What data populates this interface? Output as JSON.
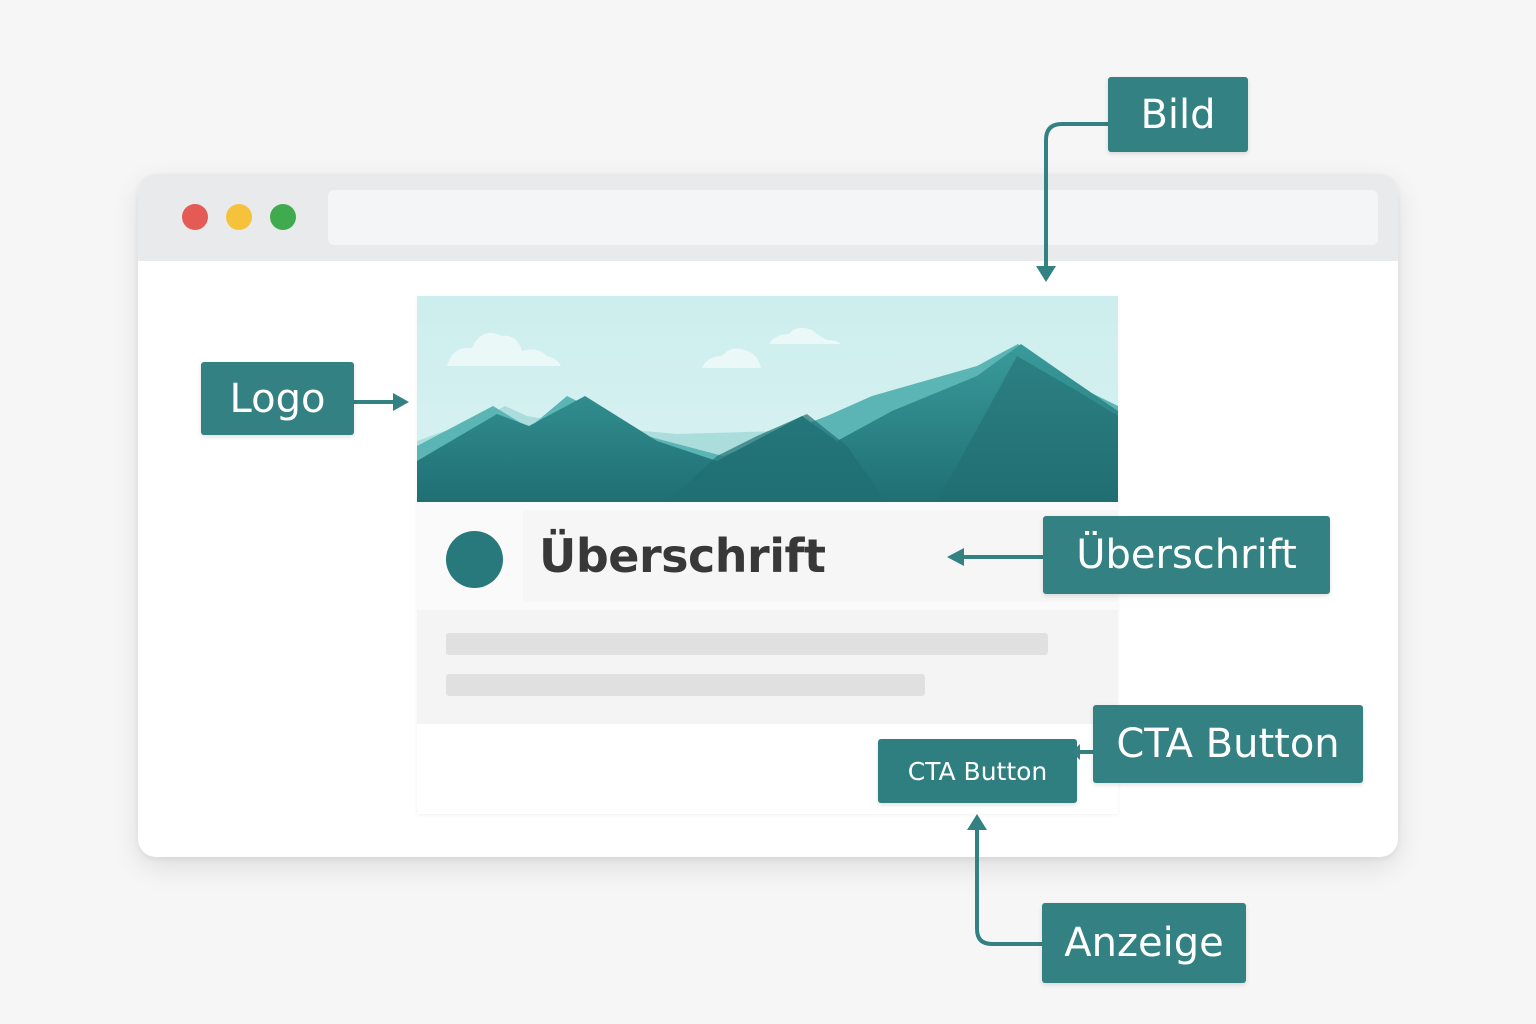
{
  "diagram": {
    "type": "annotated-webpage-wireframe",
    "colors": {
      "accent": "#338182",
      "background": "#f6f6f6",
      "browser_chrome": "#e9eaeb",
      "traffic_red": "#e45a55",
      "traffic_yellow": "#f6c23c",
      "traffic_green": "#3faa4e",
      "placeholder_line": "#e0e0e0",
      "headline_text": "#383838"
    }
  },
  "browser": {
    "window_controls": [
      "close",
      "minimize",
      "maximize"
    ],
    "address_bar": ""
  },
  "card": {
    "hero_image": "mountain-landscape",
    "logo_icon": "circle-logo",
    "headline": "Überschrift",
    "body_lines": 2,
    "cta_button": "CTA Button"
  },
  "annotations": [
    {
      "id": "bild",
      "label": "Bild",
      "points_to": "hero image"
    },
    {
      "id": "logo",
      "label": "Logo",
      "points_to": "logo circle"
    },
    {
      "id": "ueberschrift",
      "label": "Überschrift",
      "points_to": "headline"
    },
    {
      "id": "cta",
      "label": "CTA Button",
      "points_to": "CTA button"
    },
    {
      "id": "anzeige",
      "label": "Anzeige",
      "points_to": "ad card"
    }
  ]
}
